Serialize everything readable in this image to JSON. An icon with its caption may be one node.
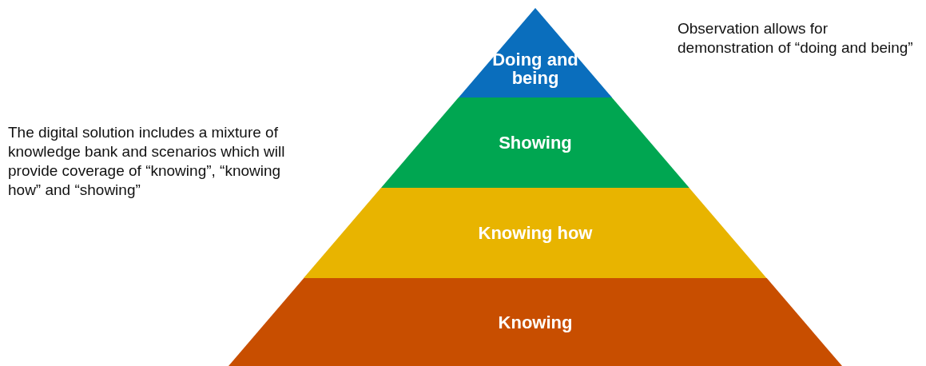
{
  "diagram": {
    "nodes": [
      {
        "text": [
          "Doing and being"
        ]
      },
      {
        "text": [
          "Showing"
        ]
      },
      {
        "text": [
          "Knowing how"
        ]
      },
      {
        "text": [
          "Knowing"
        ]
      }
    ],
    "labels": [
      "Observation allows for demonstration of “doing and being”",
      "The digital solution includes a mixture of knowledge bank and scenarios which will provide coverage of “knowing”, “knowing how” and “showing”"
    ]
  }
}
